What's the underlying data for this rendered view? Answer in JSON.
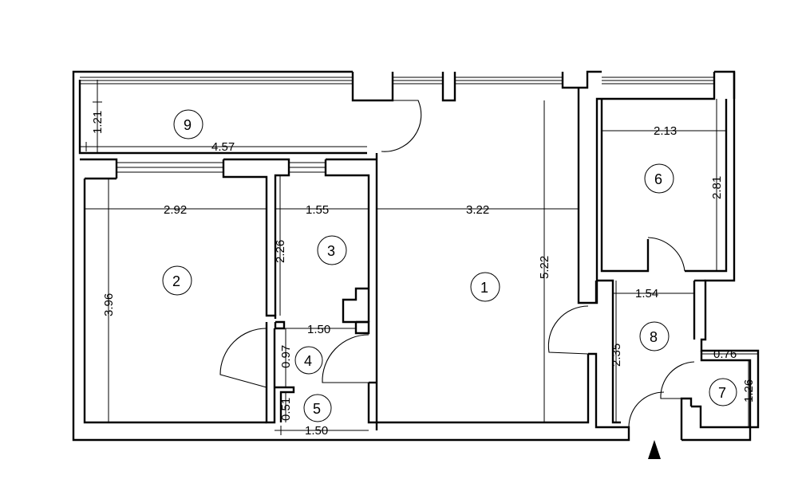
{
  "rooms": [
    {
      "number": "1"
    },
    {
      "number": "2"
    },
    {
      "number": "3"
    },
    {
      "number": "4"
    },
    {
      "number": "5"
    },
    {
      "number": "6"
    },
    {
      "number": "7"
    },
    {
      "number": "8"
    },
    {
      "number": "9"
    }
  ],
  "dimensions": [
    {
      "value": "1.21"
    },
    {
      "value": "4.57"
    },
    {
      "value": "2.92"
    },
    {
      "value": "1.55"
    },
    {
      "value": "3.22"
    },
    {
      "value": "5.22"
    },
    {
      "value": "2.13"
    },
    {
      "value": "2.81"
    },
    {
      "value": "3.96"
    },
    {
      "value": "2.26"
    },
    {
      "value": "1.50"
    },
    {
      "value": "0.97"
    },
    {
      "value": "0.51"
    },
    {
      "value": "1.50"
    },
    {
      "value": "1.54"
    },
    {
      "value": "2.35"
    },
    {
      "value": "0.76"
    },
    {
      "value": "1.26"
    }
  ],
  "entrance": {
    "icon": "entrance-arrow-icon"
  }
}
